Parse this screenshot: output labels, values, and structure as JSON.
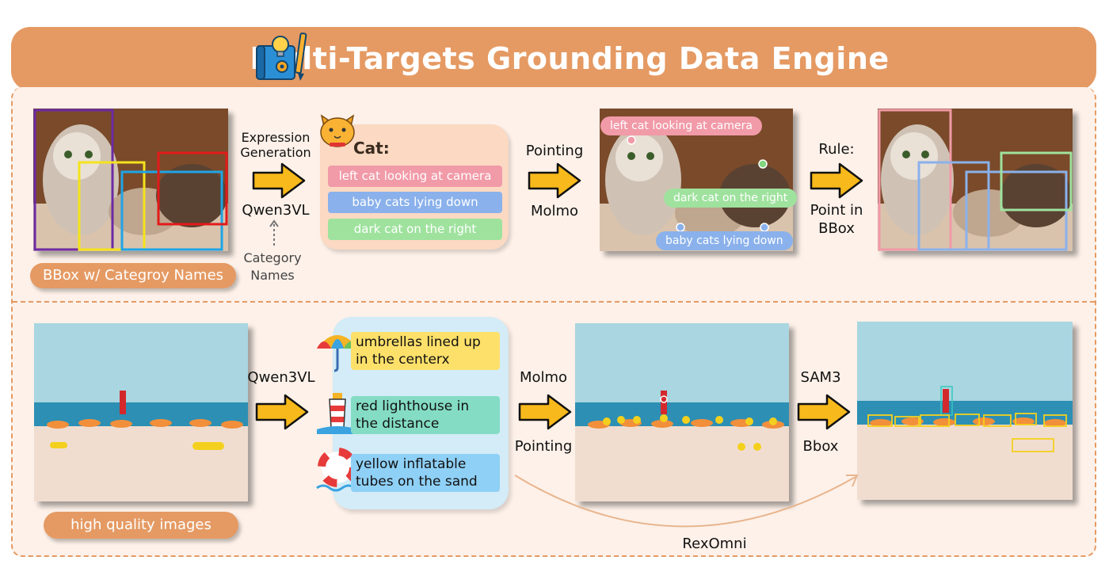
{
  "header": {
    "title": "Multi-Targets Grounding Data Engine",
    "icon": "blueprint-idea-icon"
  },
  "top_row": {
    "source_label": "BBox w/ Categroy Names",
    "step1": {
      "top_label_line1": "Expression",
      "top_label_line2": "Generation",
      "bottom_label": "Qwen3VL",
      "input_line1": "Category",
      "input_line2": "Names"
    },
    "card": {
      "category": "Cat:",
      "expressions": [
        {
          "text": "left cat looking at camera",
          "color": "#f19aa8"
        },
        {
          "text": "baby cats lying down",
          "color": "#8ab1eb"
        },
        {
          "text": "dark cat on the right",
          "color": "#9fe29e"
        }
      ]
    },
    "step2": {
      "top_label": "Pointing",
      "bottom_label": "Molmo"
    },
    "pointed_labels": {
      "left": "left cat looking at camera",
      "right": "dark cat on the right",
      "bottom": "baby cats lying down"
    },
    "step3": {
      "top_label": "Rule:",
      "bottom_line1": "Point in",
      "bottom_line2": "BBox"
    }
  },
  "bottom_row": {
    "source_label": "high quality images",
    "step1": {
      "label": "Qwen3VL"
    },
    "expressions": [
      {
        "line1": "umbrellas lined up",
        "line2": "in the centerx",
        "color": "#fde06a",
        "icon": "umbrella-icon"
      },
      {
        "line1": "red lighthouse in",
        "line2": "the distance",
        "color": "#84dcc4",
        "icon": "lighthouse-icon"
      },
      {
        "line1": "yellow inflatable",
        "line2": "tubes on the sand",
        "color": "#8fd0f6",
        "icon": "swim-ring-icon"
      }
    ],
    "step2": {
      "top_label": "Molmo",
      "bottom_label": "Pointing"
    },
    "step3": {
      "top_label": "SAM3",
      "bottom_label": "Bbox"
    },
    "bypass_label": "RexOmni"
  },
  "colors": {
    "accent": "#e59a63",
    "arrow_fill": "#f7b91b",
    "panel_bg": "#fdf1e9"
  }
}
